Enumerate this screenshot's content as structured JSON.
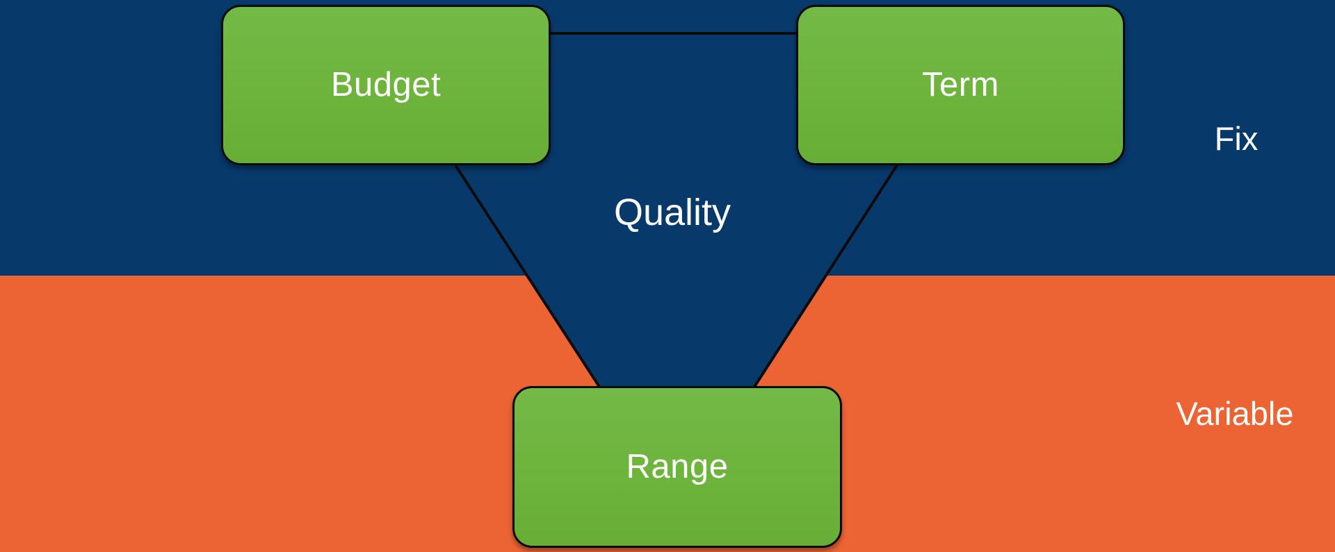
{
  "diagram_type": "project-triangle",
  "zones": {
    "fix": {
      "label": "Fix",
      "background_color": "#07396B",
      "text_color": "#FFFFFF"
    },
    "variable": {
      "label": "Variable",
      "background_color": "#EC6434",
      "text_color": "#FFFFFF"
    }
  },
  "nodes": [
    {
      "id": "budget",
      "label": "Budget",
      "zone": "fix"
    },
    {
      "id": "term",
      "label": "Term",
      "zone": "fix"
    },
    {
      "id": "range",
      "label": "Range",
      "zone": "variable"
    }
  ],
  "center_label": "Quality",
  "connections": [
    {
      "from": "budget",
      "to": "term"
    },
    {
      "from": "budget",
      "to": "range"
    },
    {
      "from": "term",
      "to": "range"
    }
  ],
  "colors": {
    "node_fill": "#6DB43C",
    "node_border": "#0A0A0A",
    "connector_line": "#0A0A0A",
    "label_text": "#FFFFFF",
    "fix_zone": "#07396B",
    "variable_zone": "#EC6434"
  }
}
